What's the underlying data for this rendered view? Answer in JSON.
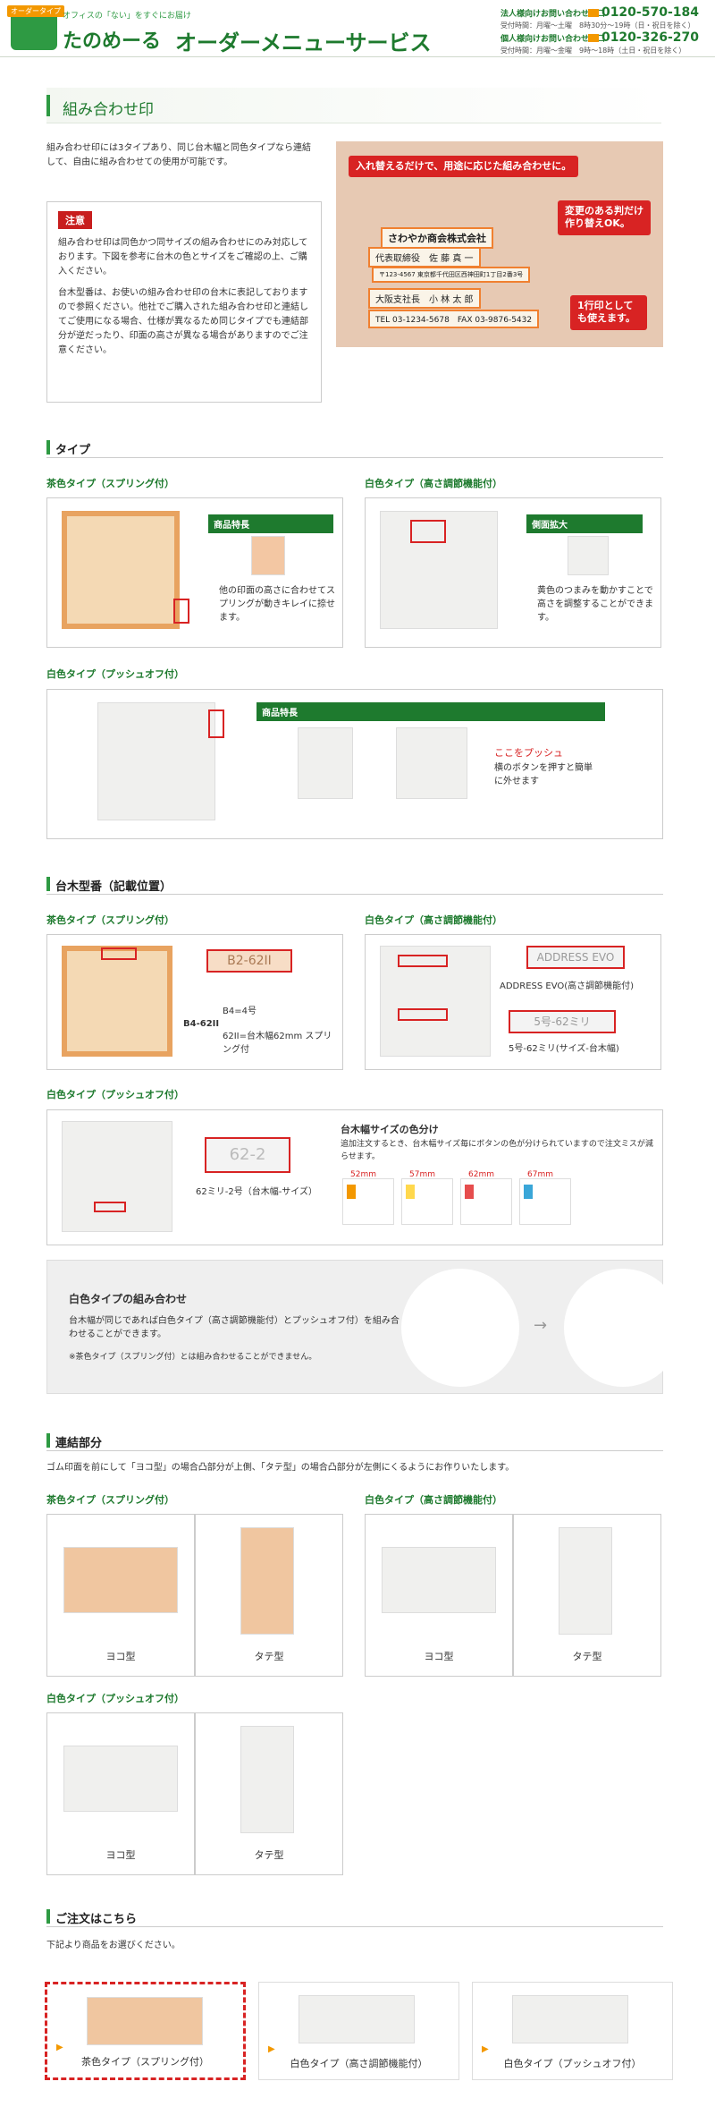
{
  "header": {
    "logo_badge": "オーダータイプ",
    "logo_tagline": "オフィスの「ない」をすぐにお届け",
    "logo_name": "たのめーる",
    "service_title": "オーダーメニューサービス",
    "corp_label": "法人様向けお問い合わせ窓口",
    "corp_tel": "0120-570-184",
    "corp_hours": "受付時間：月曜〜土曜　8時30分〜19時（日・祝日を除く）",
    "personal_label": "個人様向けお問い合わせ窓口",
    "personal_tel": "0120-326-270",
    "personal_hours": "受付時間：月曜〜金曜　9時〜18時（土日・祝日を除く）"
  },
  "page_title": "組み合わせ印",
  "intro": "組み合わせ印には3タイプあり、同じ台木幅と同色タイプなら連結して、自由に組み合わせての使用が可能です。",
  "notice": {
    "label": "注意",
    "p1": "組み合わせ印は同色かつ同サイズの組み合わせにのみ対応しております。下図を参考に台木の色とサイズをご確認の上、ご購入ください。",
    "p2": "台木型番は、お使いの組み合わせ印の台木に表記しておりますので参照ください。他社でご購入された組み合わせ印と連結してご使用になる場合、仕様が異なるため同じタイプでも連結部分が逆だったり、印面の高さが異なる場合がありますのでご注意ください。"
  },
  "hero": {
    "bubble1": "入れ替えるだけで、用途に応じた組み合わせに。",
    "bubble2": "変更のある判だけ作り替えOK。",
    "bubble3": "1行印としても使えます。",
    "stamp1": "さわやか商会株式会社",
    "stamp2": "代表取締役　佐 藤 真 一",
    "stamp3": "〒123-4567 東京都千代田区西神田町1丁目2番3号",
    "stamp4": "大阪支社長　小 林 太 郎",
    "stamp5": "TEL 03-1234-5678　FAX 03-9876-5432"
  },
  "type_section": {
    "title": "タイプ",
    "brown_title": "茶色タイプ（スプリング付）",
    "brown_label": "商品特長",
    "brown_desc": "他の印面の高さに合わせてスプリングが動きキレイに捺せます。",
    "white_adj_title": "白色タイプ（高さ調節機能付）",
    "white_adj_label": "側面拡大",
    "white_adj_desc": "黄色のつまみを動かすことで高さを調整することができます。",
    "white_push_title": "白色タイプ（プッシュオフ付）",
    "white_push_label": "商品特長",
    "white_push_push": "ここをプッシュ",
    "white_push_desc": "横のボタンを押すと簡単に外せます"
  },
  "model_section": {
    "title": "台木型番（記載位置）",
    "brown_title": "茶色タイプ（スプリング付）",
    "brown_code": "B2-62II",
    "brown_legend1": "B4=4号",
    "brown_legend_code": "B4-62II",
    "brown_legend2": "62II=台木幅62mm スプリング付",
    "white_adj_title": "白色タイプ（高さ調節機能付）",
    "white_adj_plate1": "ADDRESS EVO",
    "white_adj_caption1": "ADDRESS EVO(高さ調節機能付)",
    "white_adj_plate2": "5号-62ミリ",
    "white_adj_caption2": "5号-62ミリ(サイズ-台木幅)",
    "white_push_title": "白色タイプ（プッシュオフ付）",
    "white_push_code": "62-2",
    "white_push_caption": "62ミリ-2号（台木幅-サイズ）",
    "color_title": "台木幅サイズの色分け",
    "color_desc": "追加注文するとき、台木幅サイズ毎にボタンの色が分けられていますので注文ミスが減らせます。",
    "sizes": [
      "52mm",
      "57mm",
      "62mm",
      "67mm"
    ],
    "size_colors": [
      "#f39800",
      "#ffd84d",
      "#e64d4d",
      "#3aa6d8"
    ]
  },
  "combo_panel": {
    "title": "白色タイプの組み合わせ",
    "desc": "台木幅が同じであれば白色タイプ（高さ調節機能付）とプッシュオフ付）を組み合わせることができます。",
    "note": "※茶色タイプ（スプリング付）とは組み合わせることができません。"
  },
  "link_section": {
    "title": "連結部分",
    "desc": "ゴム印面を前にして「ヨコ型」の場合凸部分が上側、「タテ型」の場合凸部分が左側にくるようにお作りいたします。",
    "brown_title": "茶色タイプ（スプリング付）",
    "white_adj_title": "白色タイプ（高さ調節機能付）",
    "white_push_title": "白色タイプ（プッシュオフ付）",
    "yoko": "ヨコ型",
    "tate": "タテ型"
  },
  "order_section": {
    "title": "ご注文はこちら",
    "desc": "下記より商品をお選びください。",
    "items": [
      "茶色タイプ（スプリング付）",
      "白色タイプ（高さ調節機能付）",
      "白色タイプ（プッシュオフ付）"
    ]
  }
}
